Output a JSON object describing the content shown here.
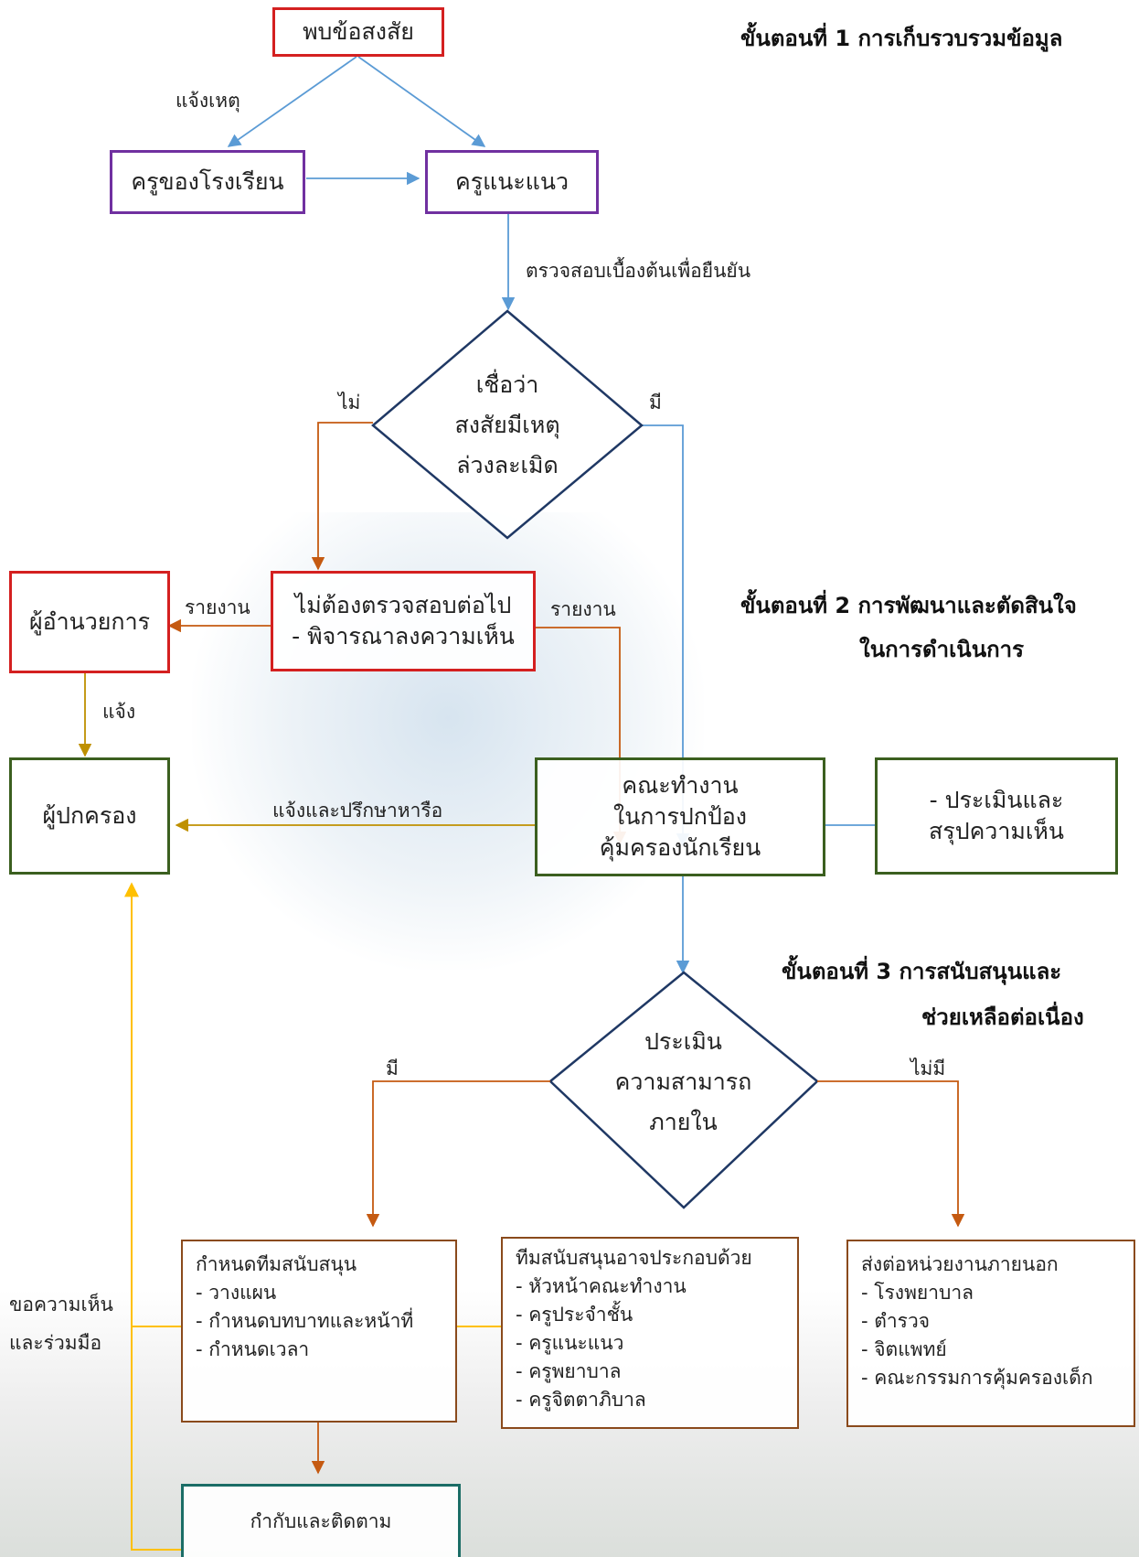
{
  "steps": {
    "step1": "ขั้นตอนที่ 1   การเก็บรวบรวมข้อมูล",
    "step2_line1": "ขั้นตอนที่ 2   การพัฒนาและตัดสินใจ",
    "step2_line2": "ในการดำเนินการ",
    "step3_line1": "ขั้นตอนที่ 3   การสนับสนุนและ",
    "step3_line2": "ช่วยเหลือต่อเนื่อง"
  },
  "nodes": {
    "found_suspicion": "พบข้อสงสัย",
    "school_teacher": "ครูของโรงเรียน",
    "guidance_teacher": "ครูแนะแนว",
    "decision_suspect": "เชื่อว่า\nสงสัยมีเหตุ\nล่วงละเมิด",
    "no_further_check_line1": "ไม่ต้องตรวจสอบต่อไป",
    "no_further_check_line2": "- พิจารณาลงความเห็น",
    "director": "ผู้อำนวยการ",
    "parent": "ผู้ปกครอง",
    "working_committee": "คณะทำงาน\nในการปกป้อง\nคุ้มครองนักเรียน",
    "evaluate_summary_line1": "-  ประเมินและ",
    "evaluate_summary_line2": "สรุปความเห็น",
    "decision_capacity": "ประเมิน\nความสามารถ\nภายใน",
    "support_team": {
      "title": "กำหนดทีมสนับสนุน",
      "items": [
        "- วางแผน",
        "- กำหนดบทบาทและหน้าที่",
        "- กำหนดเวลา"
      ]
    },
    "team_members": {
      "title": "ทีมสนับสนุนอาจประกอบด้วย",
      "items": [
        "- หัวหน้าคณะทำงาน",
        "- ครูประจำชั้น",
        "- ครูแนะแนว",
        "- ครูพยาบาล",
        "- ครูจิตตาภิบาล"
      ]
    },
    "external_referral": {
      "title": "ส่งต่อหน่วยงานภายนอก",
      "items": [
        "- โรงพยาบาล",
        "- ตำรวจ",
        "- จิตแพทย์",
        "- คณะกรรมการคุ้มครองเด็ก"
      ]
    },
    "monitor": "กำกับและติดตาม"
  },
  "edge_labels": {
    "notify_incident": "แจ้งเหตุ",
    "initial_check": "ตรวจสอบเบื้องต้นเพื่อยืนยัน",
    "no": "ไม่",
    "yes": "มี",
    "report_left": "รายงาน",
    "report_right": "รายงาน",
    "notify": "แจ้ง",
    "notify_consult": "แจ้งและปรึกษาหารือ",
    "yes_capacity": "มี",
    "no_capacity": "ไม่มี",
    "ask_opinion_line1": "ขอความเห็น",
    "ask_opinion_line2": "และร่วมมือ"
  },
  "colors": {
    "blue_line": "#5b9bd5",
    "orange_line": "#c55a11",
    "gold_line": "#bf9000",
    "yellow_line": "#ffc000",
    "diamond_border": "#1f3864"
  }
}
